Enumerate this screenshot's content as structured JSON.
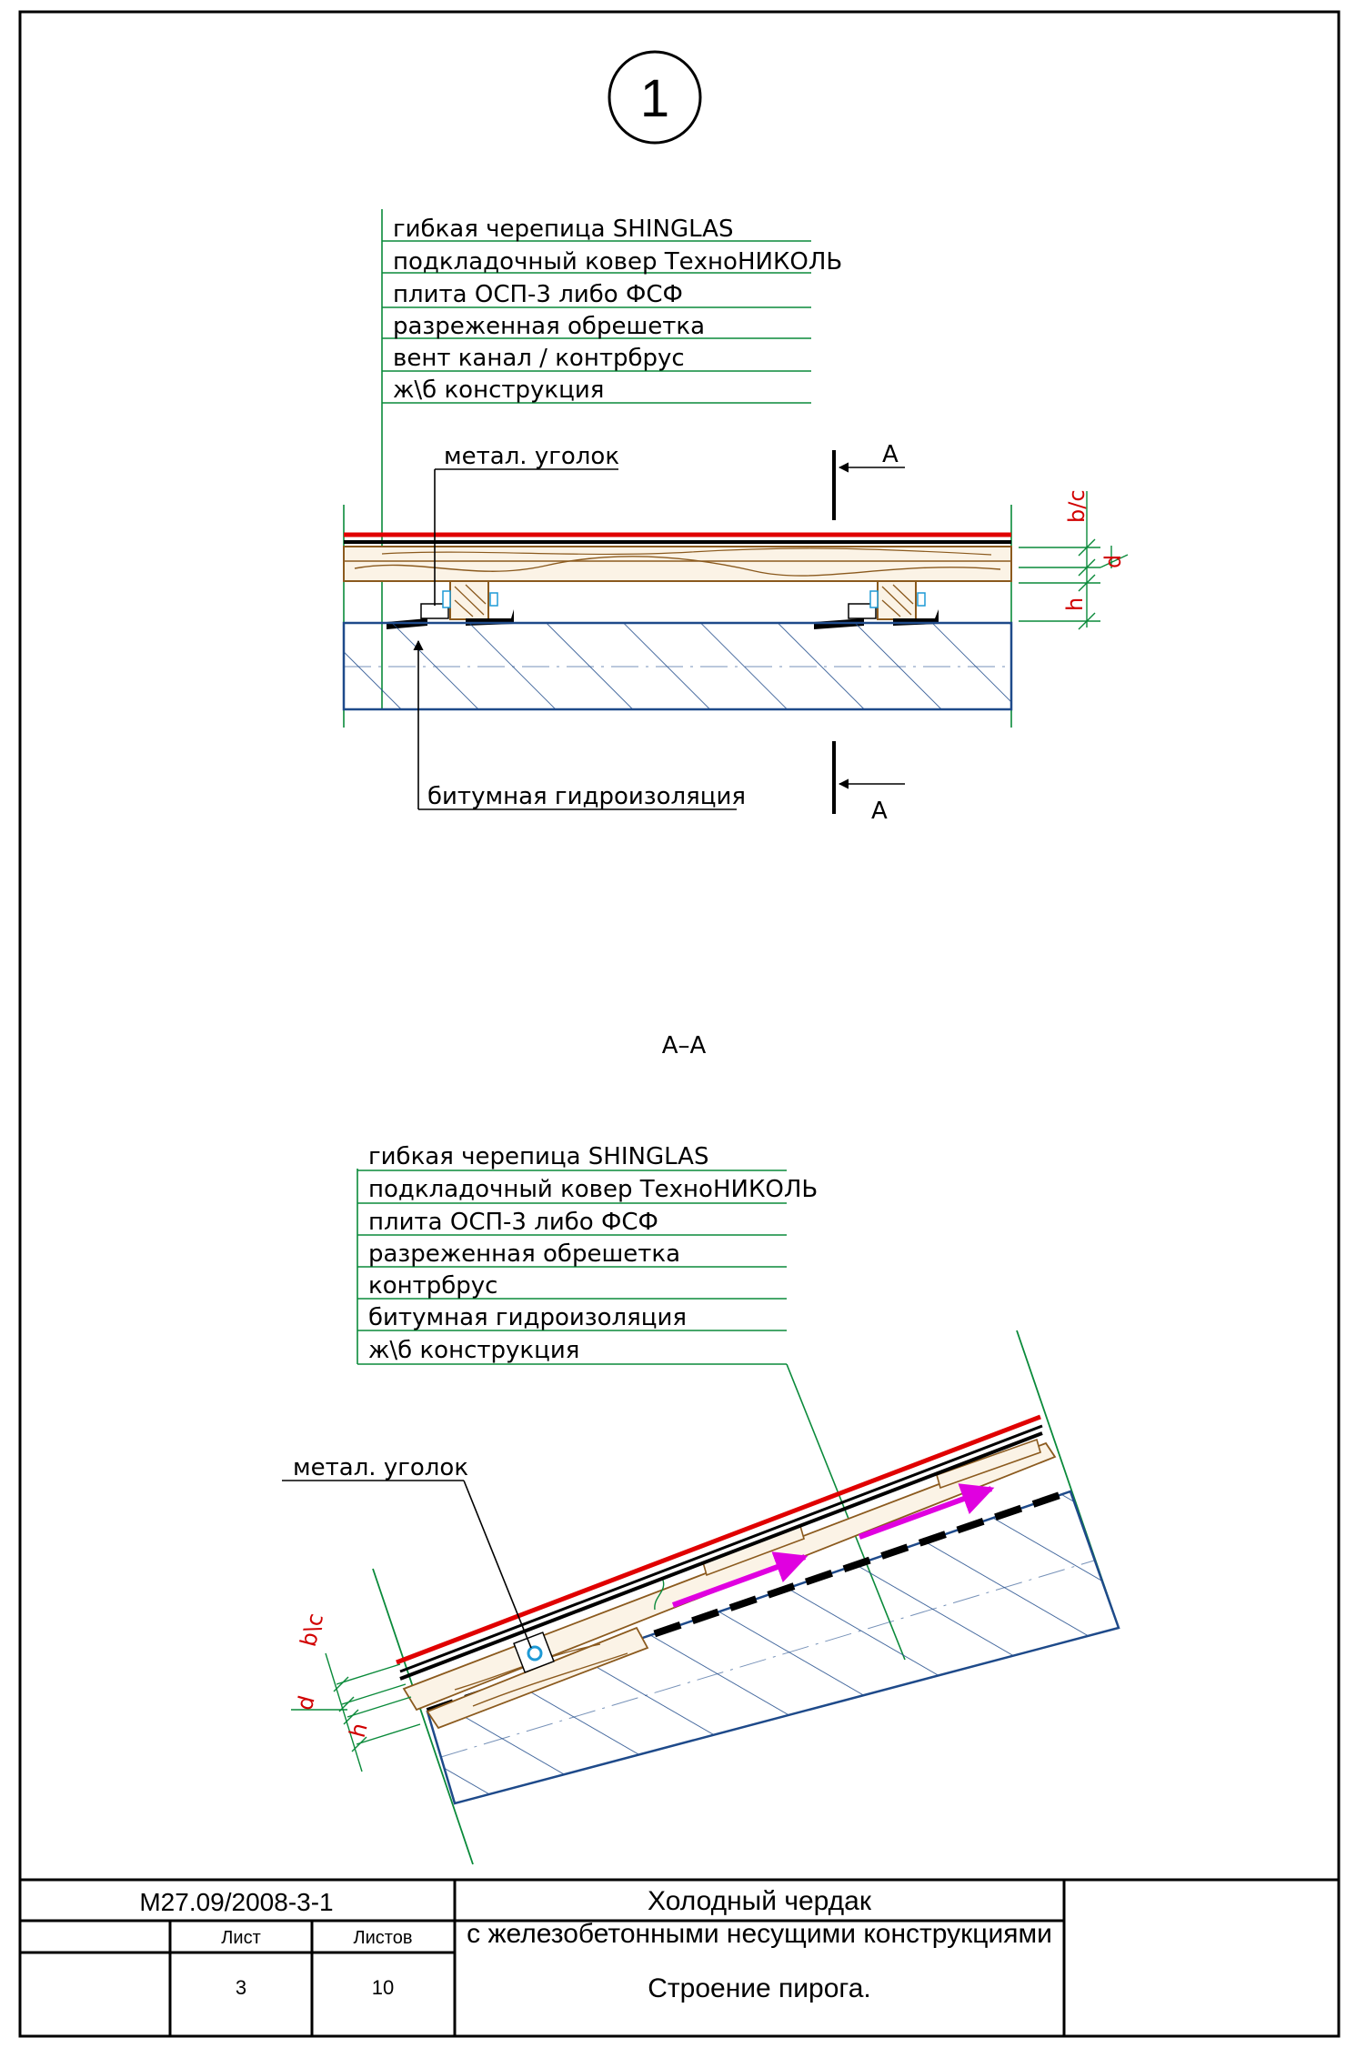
{
  "view_number": "1",
  "top_layers": [
    "гибкая черепица SHINGLAS",
    "подкладочный ковер ТехноНИКОЛЬ",
    "плита ОСП-3 либо ФСФ",
    "разреженная обрешетка",
    "вент канал / контрбрус",
    "ж\\б конструкция"
  ],
  "top_callouts": {
    "metal_angle": "метал. уголок",
    "bitumen": "битумная гидроизоляция"
  },
  "section_marker": "А",
  "dims_top": {
    "bc": "b/c",
    "d": "d",
    "h": "h"
  },
  "section_title": "А–А",
  "bottom_layers": [
    "гибкая черепица SHINGLAS",
    "подкладочный ковер ТехноНИКОЛЬ",
    "плита ОСП-3 либо ФСФ",
    "разреженная обрешетка",
    "контрбрус",
    "битумная гидроизоляция",
    "ж\\б конструкция"
  ],
  "bottom_callouts": {
    "metal_angle": "метал. уголок"
  },
  "dims_bottom": {
    "bc": "b\\c",
    "d": "d",
    "h": "h"
  },
  "title_block": {
    "code": "М27.09/2008-3-1",
    "sheet_label": "Лист",
    "sheets_label": "Листов",
    "sheet": "3",
    "sheets": "10",
    "title_line1": "Холодный чердак",
    "title_line2": "с железобетонными несущими конструкциями",
    "subtitle": "Строение пирога."
  },
  "colors": {
    "leader": "#0a8a3a",
    "concrete": "#1e4a8a",
    "wood": "#8b5a1e",
    "membrane": "#e00000",
    "airflow": "#e000e0",
    "dimension": "#d10000"
  }
}
